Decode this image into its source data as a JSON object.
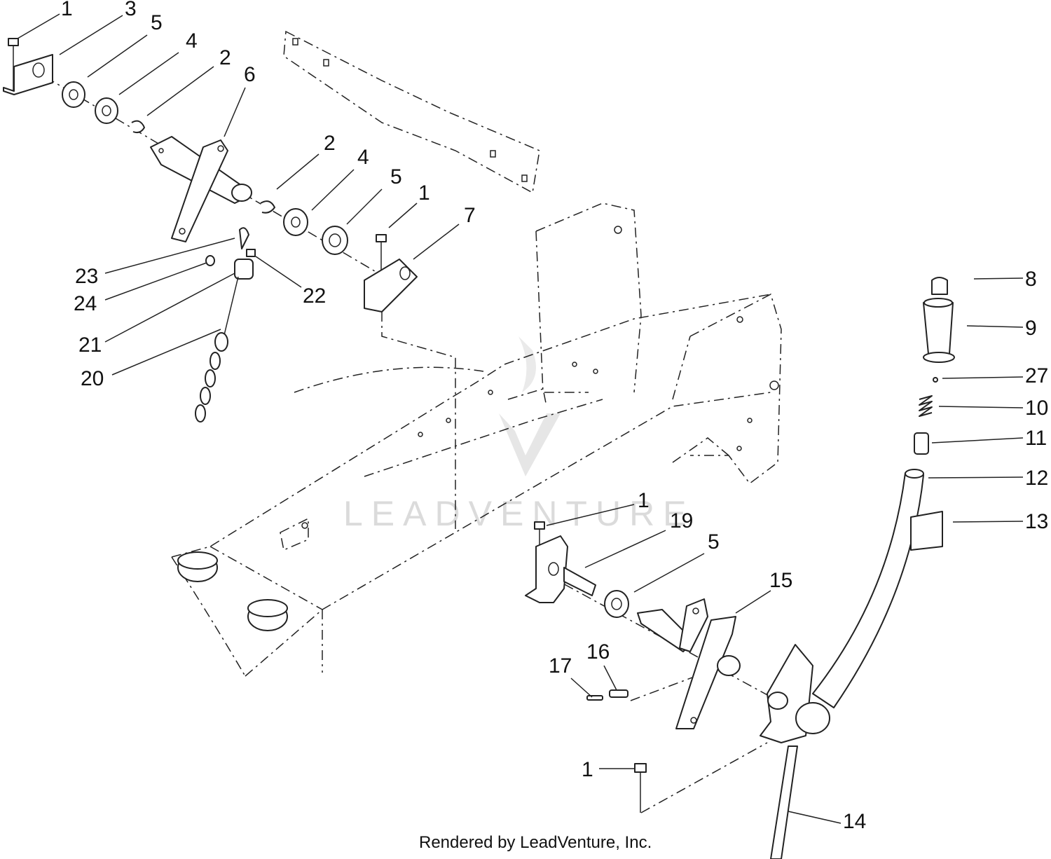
{
  "watermark": {
    "text": "LEADVENTURE",
    "color": "#d8d8d8"
  },
  "credit": "Rendered by LeadVenture, Inc.",
  "callouts": {
    "c1a": "1",
    "c3": "3",
    "c5a": "5",
    "c4a": "4",
    "c2a": "2",
    "c6": "6",
    "c2b": "2",
    "c4b": "4",
    "c5b": "5",
    "c1b": "1",
    "c7": "7",
    "c23": "23",
    "c24": "24",
    "c22": "22",
    "c21": "21",
    "c20": "20",
    "c8": "8",
    "c9": "9",
    "c27": "27",
    "c10": "10",
    "c11": "11",
    "c12": "12",
    "c13": "13",
    "c1c": "1",
    "c19": "19",
    "c5c": "5",
    "c15": "15",
    "c16": "16",
    "c17": "17",
    "c1d": "1",
    "c14": "14"
  }
}
